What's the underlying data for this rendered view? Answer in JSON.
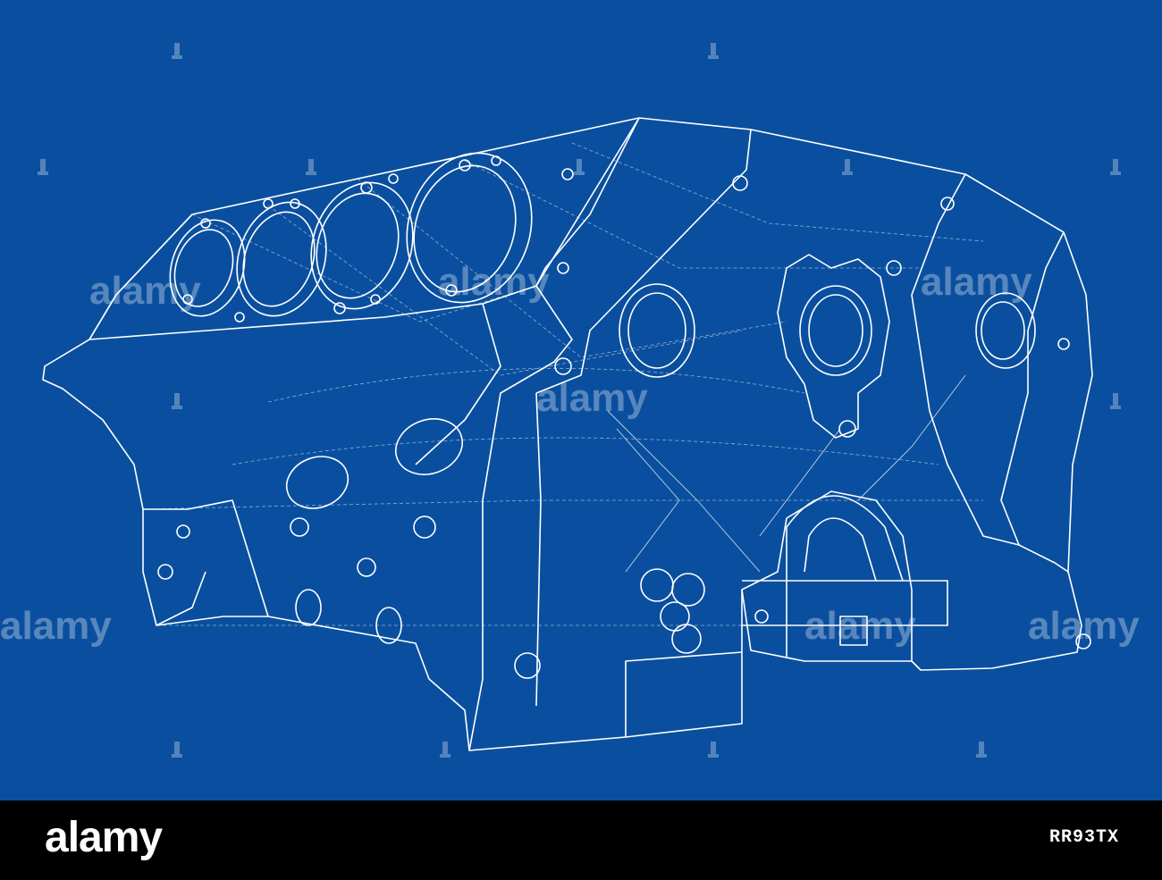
{
  "image": {
    "background_color": "#0a4f9f",
    "line_color": "#ffffff",
    "footer_color": "#000000"
  },
  "watermark": {
    "text": "alamy"
  },
  "footer": {
    "logo": "alamy",
    "image_id": "RR93TX"
  }
}
